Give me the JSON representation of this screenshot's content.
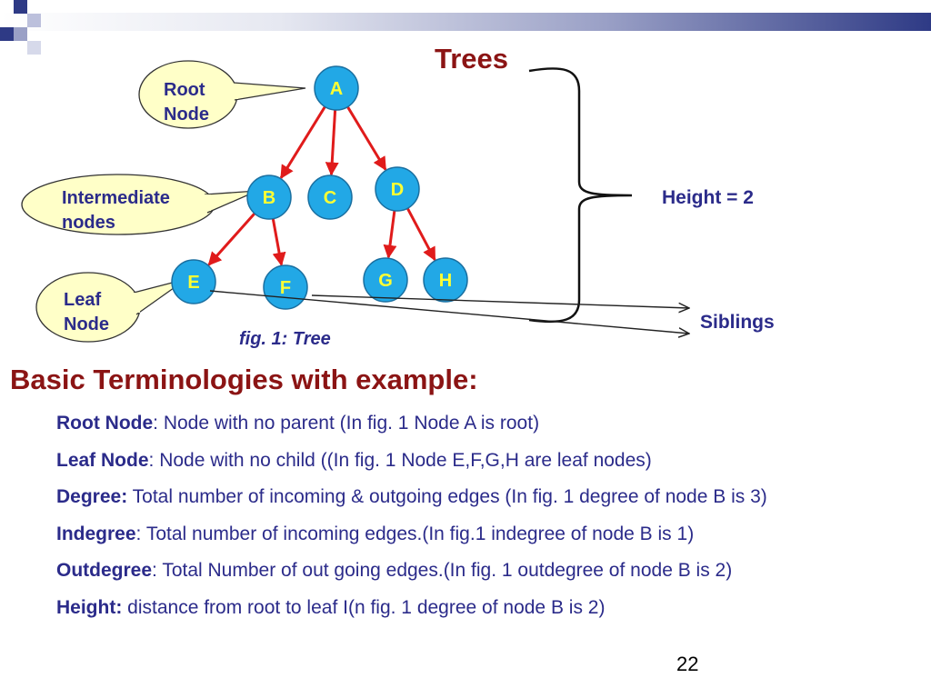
{
  "title": "Trees",
  "callouts": {
    "root": [
      "Root",
      "Node"
    ],
    "intermediate": [
      "Intermediate",
      "nodes"
    ],
    "leaf": [
      "Leaf",
      "Node"
    ]
  },
  "tree": {
    "nodes": [
      "A",
      "B",
      "C",
      "D",
      "E",
      "F",
      "G",
      "H"
    ],
    "edges": [
      [
        "A",
        "B"
      ],
      [
        "A",
        "C"
      ],
      [
        "A",
        "D"
      ],
      [
        "B",
        "E"
      ],
      [
        "B",
        "F"
      ],
      [
        "D",
        "G"
      ],
      [
        "D",
        "H"
      ]
    ]
  },
  "height_label": "Height = 2",
  "siblings_label": "Siblings",
  "figure_caption": "fig. 1: Tree",
  "section_heading": "Basic Terminologies with example:",
  "terms": [
    {
      "name": "Root Node",
      "sep": ": ",
      "desc": "Node with no parent (In fig. 1 Node A is root)"
    },
    {
      "name": "Leaf Node",
      "sep": ": ",
      "desc": "Node with no child ((In fig. 1 Node E,F,G,H are leaf nodes)"
    },
    {
      "name": "Degree:",
      "sep": " ",
      "desc": "Total number of incoming & outgoing edges (In fig. 1 degree of node B is 3)"
    },
    {
      "name": "Indegree",
      "sep": ": ",
      "desc": "Total number of incoming  edges.(In fig.1 indegree of node B is 1)"
    },
    {
      "name": "Outdegree",
      "sep": ": ",
      "desc": "Total Number of out going  edges.(In fig. 1 outdegree of node B is 2)"
    },
    {
      "name": "Height:",
      "sep": " ",
      "desc": "distance from root to leaf I(n fig. 1 degree of node B is 2)"
    }
  ],
  "page_number": "22",
  "colors": {
    "title": "#8b1414",
    "text": "#2b2b8a",
    "node_fill": "#22a8e6",
    "node_label": "#ffff33",
    "edge": "#e01b1b",
    "callout_fill": "#ffffc8"
  }
}
